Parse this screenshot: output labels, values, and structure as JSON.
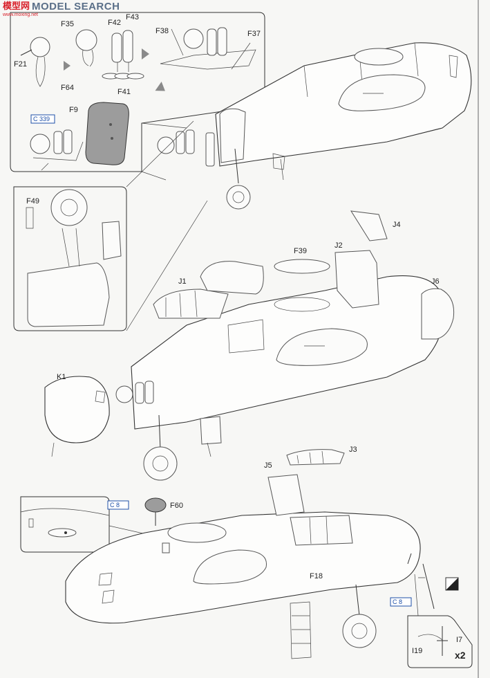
{
  "watermark": {
    "logo": "模型网",
    "search": "MODEL SEARCH",
    "url": "www.moxing.net"
  },
  "parts": {
    "F21": "F21",
    "F35": "F35",
    "F42": "F42",
    "F43": "F43",
    "F38": "F38",
    "F37": "F37",
    "F64": "F64",
    "F41": "F41",
    "F9": "F9",
    "F49": "F49",
    "J4": "J4",
    "J2": "J2",
    "F39": "F39",
    "J1": "J1",
    "J6": "J6",
    "K1": "K1",
    "J3": "J3",
    "J5": "J5",
    "F60": "F60",
    "F18": "F18",
    "I7": "I7",
    "I19": "I19"
  },
  "refs": {
    "c339": "C 339",
    "c8a": "C  8",
    "c8b": "C  8"
  },
  "multiplier": "x2",
  "colors": {
    "paper": "#f7f7f5",
    "line": "#333333",
    "ref_blue": "#1c4fa8",
    "grey_part": "#9c9c9c"
  }
}
